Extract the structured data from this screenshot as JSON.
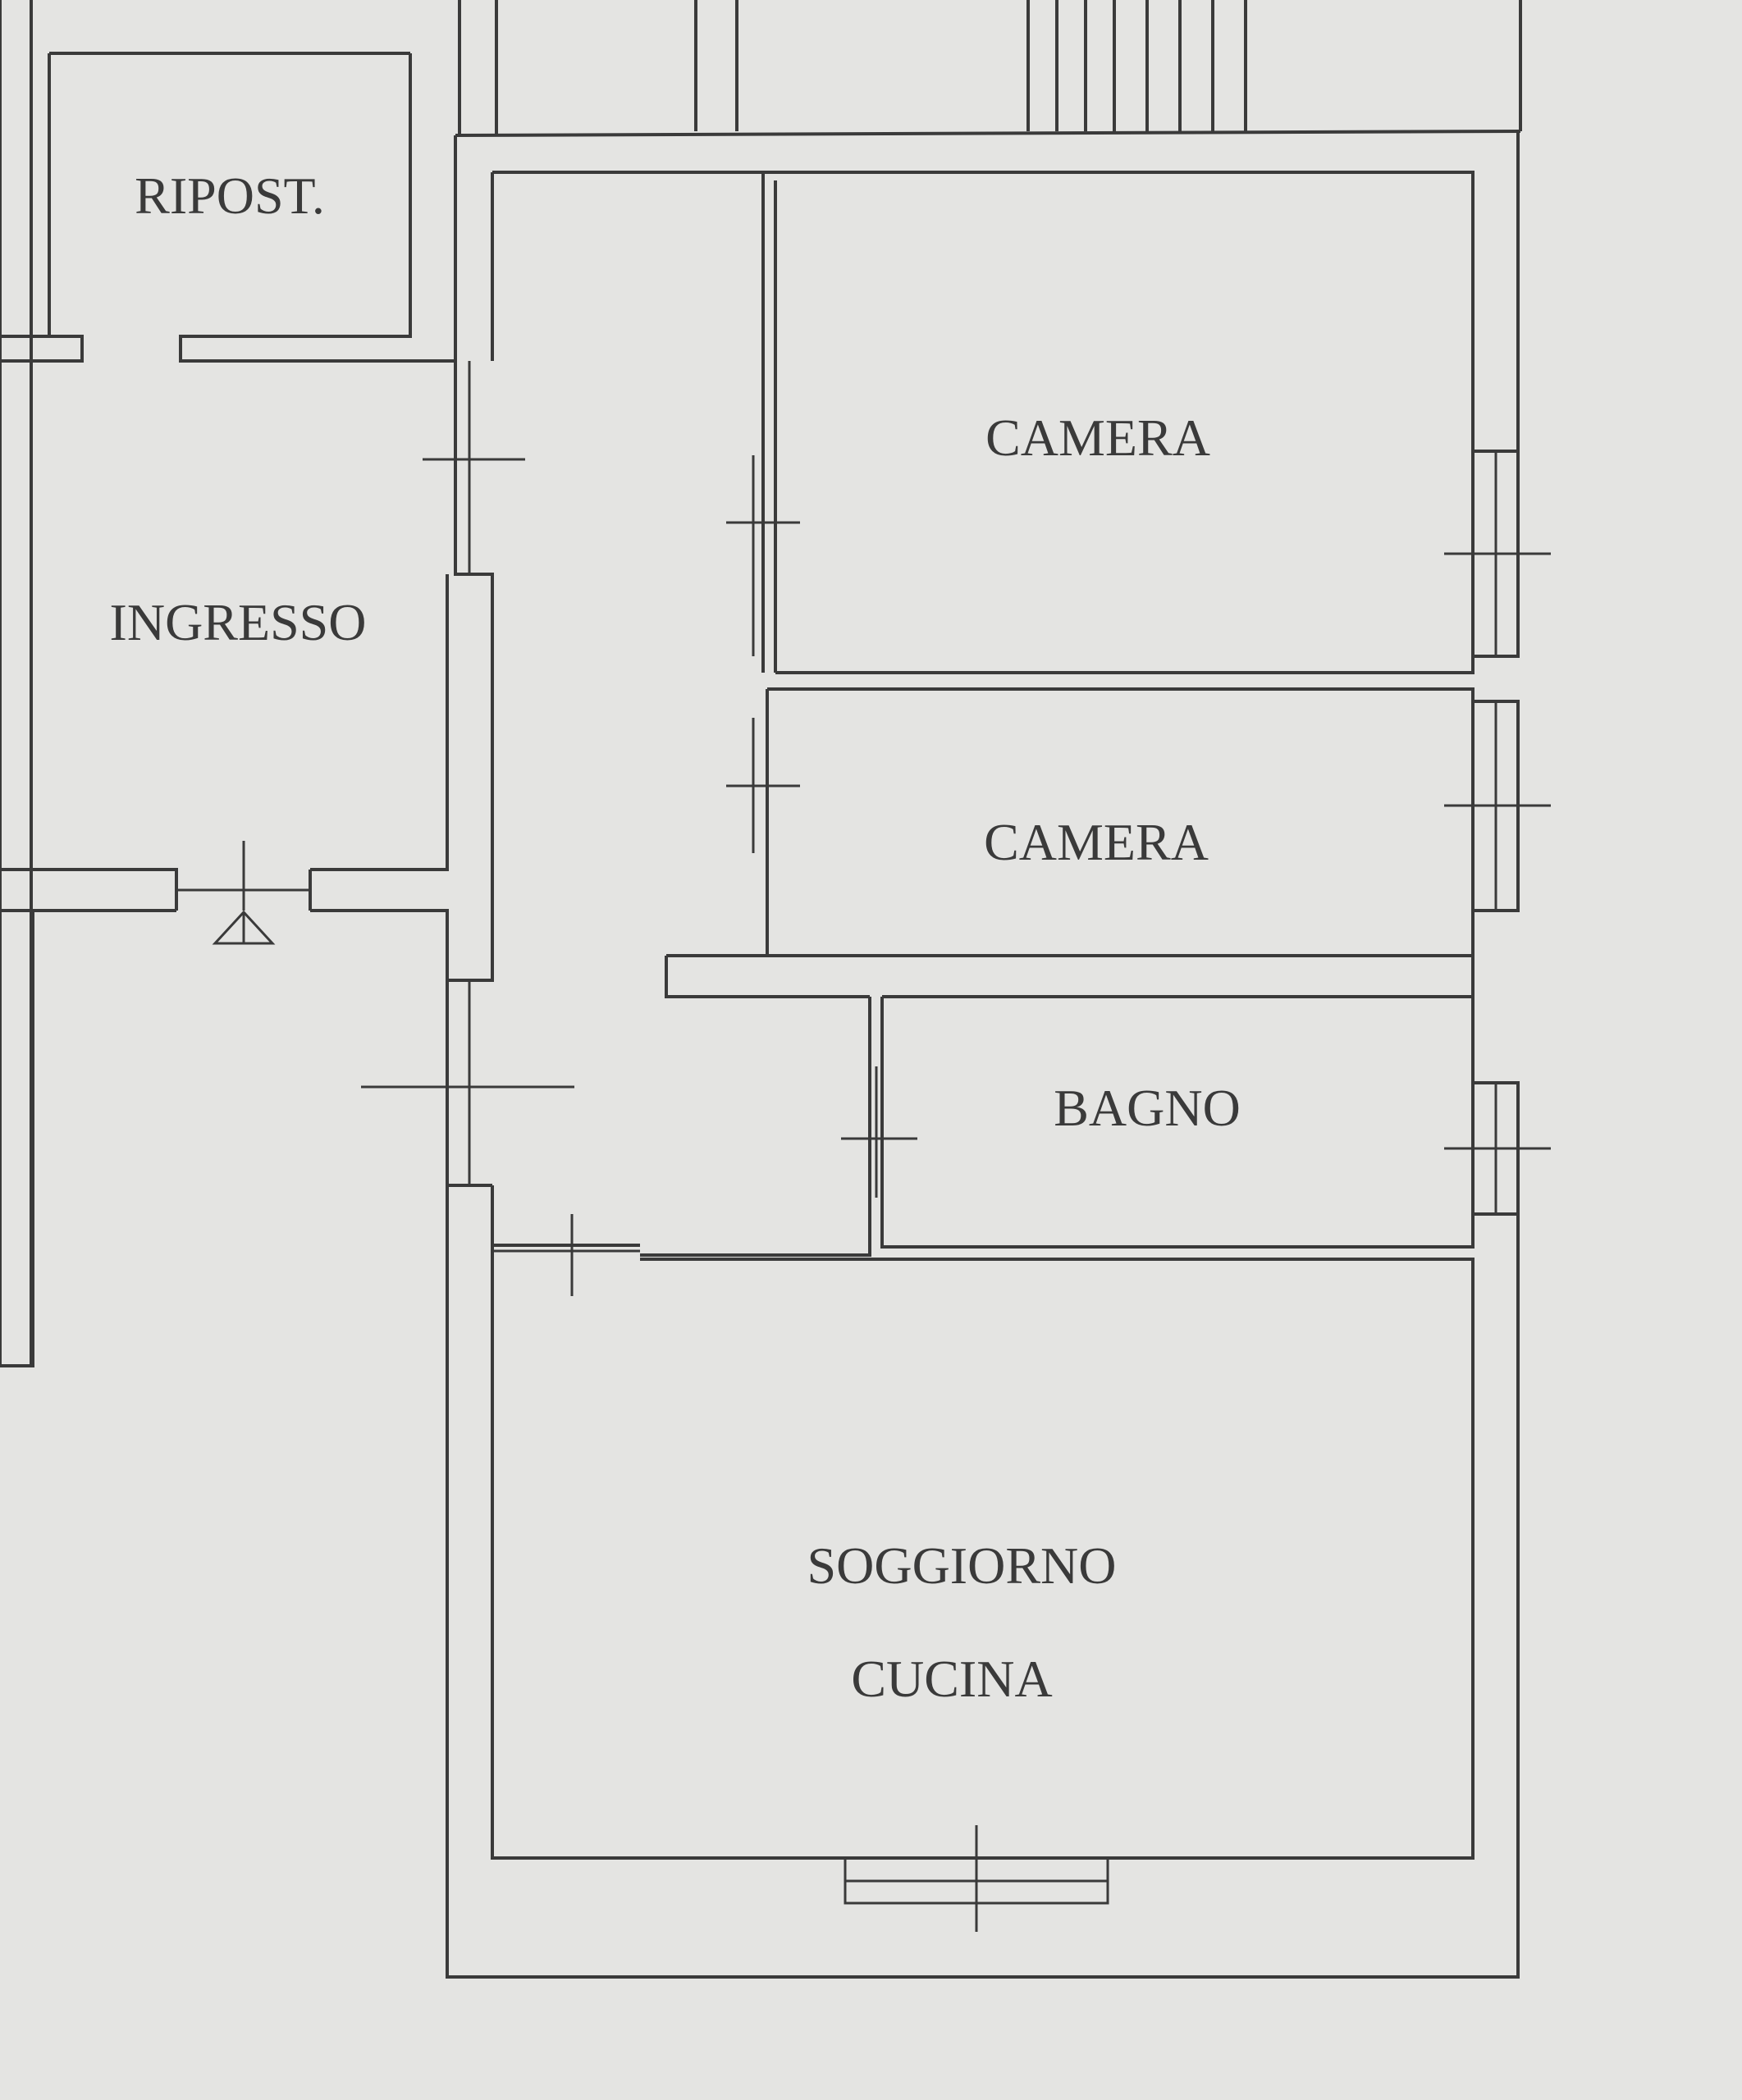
{
  "rooms": {
    "ripost": "RIPOST.",
    "ingresso": "INGRESSO",
    "camera_1": "CAMERA",
    "camera_2": "CAMERA",
    "bagno": "BAGNO",
    "soggiorno": "SOGGIORNO",
    "cucina": "CUCINA"
  },
  "colors": {
    "paper": "#e4e4e2",
    "ink": "#3a3a3a"
  }
}
